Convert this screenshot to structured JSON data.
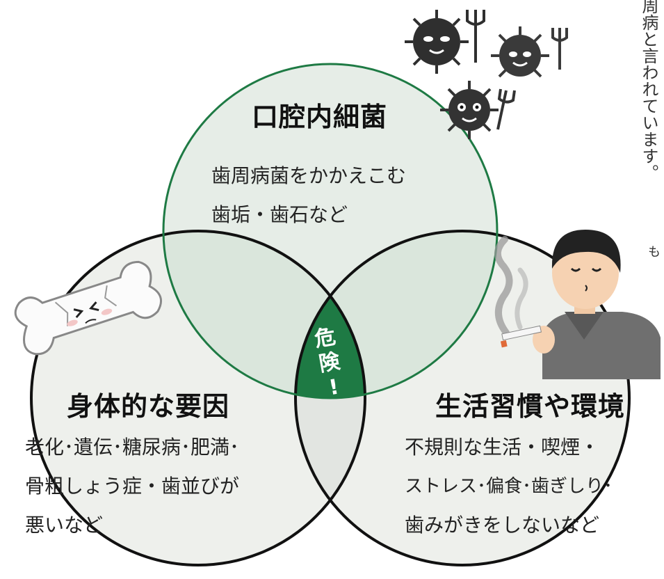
{
  "vertical_text": {
    "col1": "周病と言われています。",
    "col2": "も"
  },
  "circles": {
    "oral_bacteria": {
      "title": "口腔内細菌",
      "lines": [
        "歯周病菌をかかえこむ",
        "歯垢・歯石など"
      ]
    },
    "body_factors": {
      "title": "身体的な要因",
      "lines": [
        "老化･遺伝･糖尿病･肥満･",
        "骨粗しょう症・歯並びが",
        "悪いなど"
      ]
    },
    "lifestyle": {
      "title": "生活習慣や環境",
      "lines": [
        "不規則な生活・喫煙・",
        "ストレス･偏食･歯ぎしり･",
        "歯みがきをしないなど"
      ]
    }
  },
  "center": {
    "chars": [
      "危",
      "険",
      "!"
    ]
  },
  "colors": {
    "top_circle_stroke": "#1e7a44",
    "center_fill": "#1e7a44",
    "circle_fill": "#eef0ec",
    "overlap_fill": "#dde8de",
    "bottom_stroke": "#111111"
  },
  "icons": [
    "bacteria-icon",
    "bone-icon",
    "smoker-icon"
  ]
}
